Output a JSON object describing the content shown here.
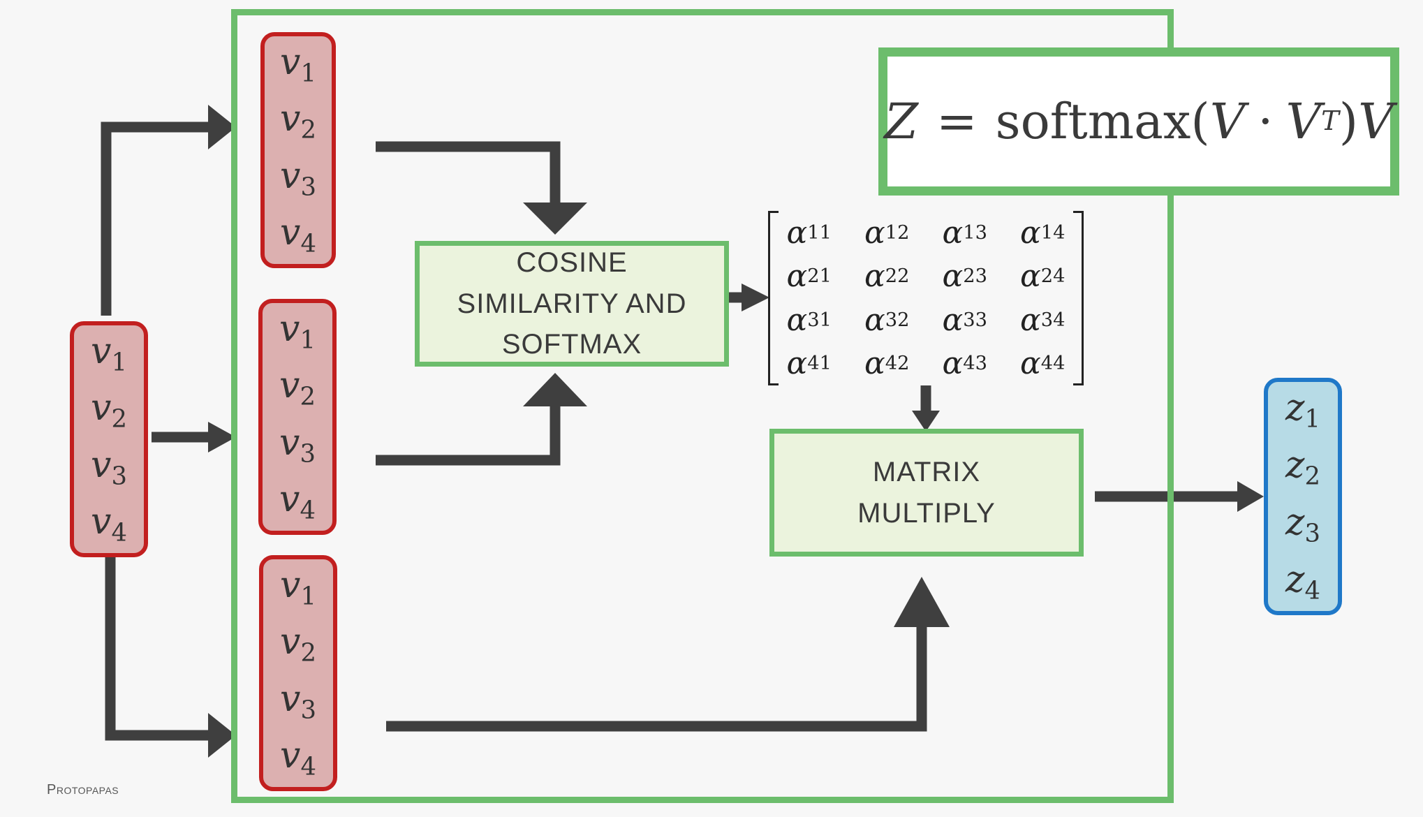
{
  "formula": {
    "lhs": "Z",
    "equals": "=",
    "fn": "softmax(",
    "v1": "V",
    "dot": "·",
    "v2": "V",
    "sup": "T",
    "close": ")",
    "v3": "V"
  },
  "input_vector": {
    "symbol": "v",
    "subscripts": [
      "1",
      "2",
      "3",
      "4"
    ]
  },
  "copies": [
    {
      "symbol": "v",
      "subscripts": [
        "1",
        "2",
        "3",
        "4"
      ]
    },
    {
      "symbol": "v",
      "subscripts": [
        "1",
        "2",
        "3",
        "4"
      ]
    },
    {
      "symbol": "v",
      "subscripts": [
        "1",
        "2",
        "3",
        "4"
      ]
    }
  ],
  "cosine_box": {
    "lines": [
      "COSINE",
      "SIMILARITY AND",
      "SOFTMAX"
    ]
  },
  "matmul_box": {
    "lines": [
      "MATRIX",
      "MULTIPLY"
    ]
  },
  "matrix": {
    "symbol": "α",
    "rows": [
      [
        "11",
        "12",
        "13",
        "14"
      ],
      [
        "21",
        "22",
        "23",
        "24"
      ],
      [
        "31",
        "32",
        "33",
        "34"
      ],
      [
        "41",
        "42",
        "43",
        "44"
      ]
    ]
  },
  "output_vector": {
    "symbol": "z",
    "subscripts": [
      "1",
      "2",
      "3",
      "4"
    ]
  },
  "credit": "Protopapas",
  "colors": {
    "frame_green": "#6cbd6c",
    "box_fill": "#ebf3dd",
    "vector_red": "#c21f1f",
    "vector_red_fill": "#dcb0b0",
    "vector_blue": "#1f78c8",
    "vector_blue_fill": "#b7dbe6",
    "arrow": "#3f3f3f"
  }
}
